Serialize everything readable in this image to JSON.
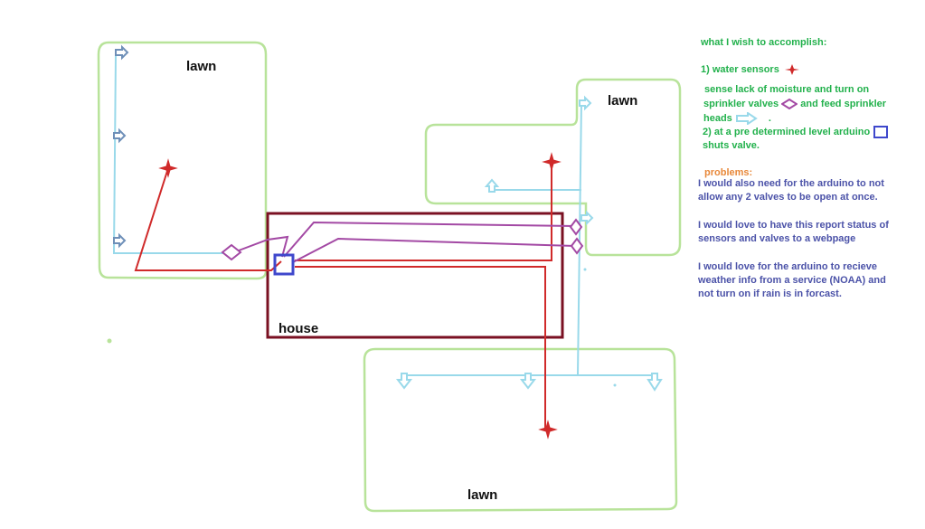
{
  "labels": {
    "lawn_top_left": "lawn",
    "lawn_top_right": "lawn",
    "lawn_bottom": "lawn",
    "house": "house"
  },
  "notes": {
    "heading": "what I wish to accomplish:",
    "item1_prefix": "1) water sensors",
    "item1_line2": "sense lack of moisture and turn on",
    "item1_line3_a": "sprinkler valves",
    "item1_line3_b": "and  feed sprinkler",
    "item1_line4": "heads",
    "item1_line4_end": ".",
    "item2_line1": "2) at a pre determined level arduino",
    "item2_line2": "shuts valve.",
    "problems_heading": "problems:",
    "problem1_line1": "I would also need for the arduino to not",
    "problem1_line2": "allow any 2 valves to be open at once.",
    "problem2_line1": "I would love to have this report status of",
    "problem2_line2": "sensors and valves to a webpage",
    "problem3_line1": "I would love for the arduino to recieve",
    "problem3_line2": "weather info from a service (NOAA) and",
    "problem3_line3": "not turn on if rain is in forcast."
  },
  "colors": {
    "lawn_outline": "#b5e61d",
    "house_outline": "#7a1022",
    "water_pipe": "#99d9ea",
    "sensor_wire": "#d02a2a",
    "valve_wire": "#a349a4",
    "arduino": "#3f48cc",
    "note_green": "#22b14c",
    "note_orange": "#e8883a",
    "note_blue": "#4b52a8"
  },
  "icons": {
    "sensor": "red-star-sensor-icon",
    "valve": "purple-diamond-valve-icon",
    "sprinkler_head": "blue-arrow-sprinkler-icon",
    "arduino": "blue-square-arduino-icon"
  }
}
